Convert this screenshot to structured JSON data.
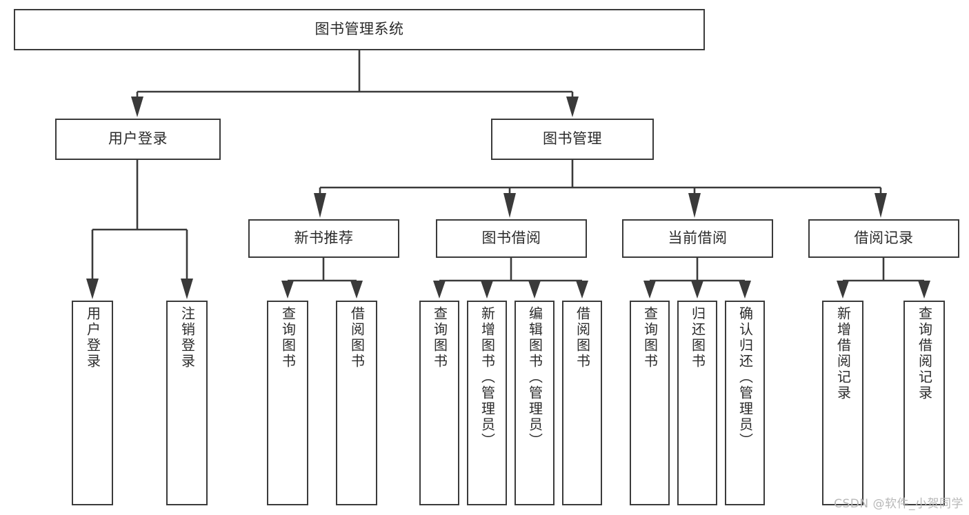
{
  "diagram": {
    "type": "tree-hierarchy-diagram",
    "title": "图书管理系统",
    "background_color": "#ffffff",
    "line_color": "#3a3a3a",
    "text_color": "#2b2b2b"
  },
  "nodes": {
    "root": {
      "label": "图书管理系统",
      "level": 0
    },
    "level1": [
      {
        "id": "user-login",
        "label": "用户登录"
      },
      {
        "id": "book-manage",
        "label": "图书管理"
      }
    ],
    "level2": [
      {
        "id": "new-book-recommend",
        "label": "新书推荐",
        "parent": "book-manage"
      },
      {
        "id": "book-borrow",
        "label": "图书借阅",
        "parent": "book-manage"
      },
      {
        "id": "current-borrow",
        "label": "当前借阅",
        "parent": "book-manage"
      },
      {
        "id": "borrow-record",
        "label": "借阅记录",
        "parent": "book-manage"
      }
    ],
    "leaves": [
      {
        "id": "leaf-user-login",
        "label": "用户登录",
        "parent": "user-login"
      },
      {
        "id": "leaf-logout",
        "label": "注销登录",
        "parent": "user-login"
      },
      {
        "id": "leaf-query-book-1",
        "label": "查询图书",
        "parent": "new-book-recommend"
      },
      {
        "id": "leaf-borrow-book-1",
        "label": "借阅图书",
        "parent": "new-book-recommend"
      },
      {
        "id": "leaf-query-book-2",
        "label": "查询图书",
        "parent": "book-borrow"
      },
      {
        "id": "leaf-add-book",
        "label": "新增图书（管理员）",
        "parent": "book-borrow"
      },
      {
        "id": "leaf-edit-book",
        "label": "编辑图书（管理员）",
        "parent": "book-borrow"
      },
      {
        "id": "leaf-borrow-book-2",
        "label": "借阅图书",
        "parent": "book-borrow"
      },
      {
        "id": "leaf-query-book-3",
        "label": "查询图书",
        "parent": "current-borrow"
      },
      {
        "id": "leaf-return-book",
        "label": "归还图书",
        "parent": "current-borrow"
      },
      {
        "id": "leaf-confirm-return",
        "label": "确认归还（管理员）",
        "parent": "current-borrow"
      },
      {
        "id": "leaf-add-record",
        "label": "新增借阅记录",
        "parent": "borrow-record"
      },
      {
        "id": "leaf-query-record",
        "label": "查询借阅记录",
        "parent": "borrow-record"
      }
    ]
  },
  "watermark": {
    "text": "CSDN @软件_小贺同学"
  }
}
